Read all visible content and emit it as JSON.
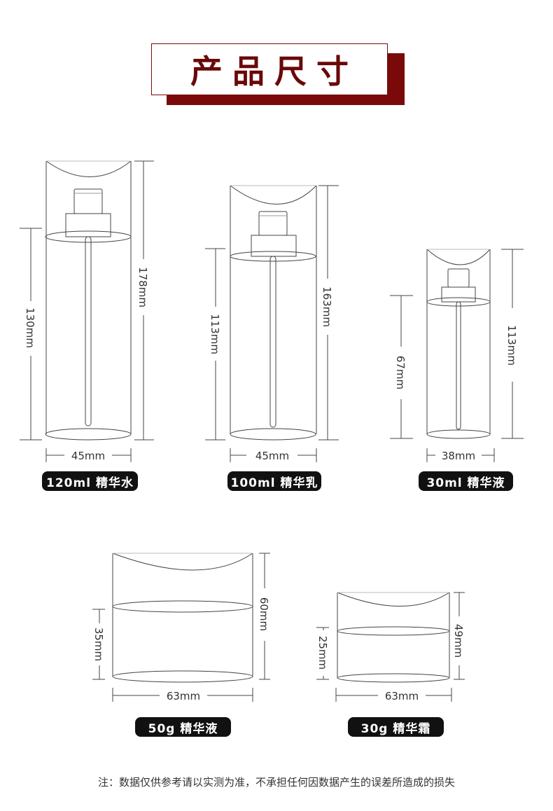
{
  "title": "产品尺寸",
  "products": [
    {
      "name": "120ml 精华水",
      "width": "45mm",
      "height_total": "178mm",
      "height_body": "130mm"
    },
    {
      "name": "100ml 精华乳",
      "width": "45mm",
      "height_total": "163mm",
      "height_body": "113mm"
    },
    {
      "name": "30ml 精华液",
      "width": "38mm",
      "height_total": "113mm",
      "height_body": "67mm"
    },
    {
      "name": "50g 精华液",
      "width": "63mm",
      "height_total": "60mm",
      "height_body": "35mm"
    },
    {
      "name": "30g 精华霜",
      "width": "63mm",
      "height_total": "49mm",
      "height_body": "25mm"
    }
  ],
  "note": "注：数据仅供参考请以实测为准，不承担任何因数据产生的误差所造成的损失",
  "colors": {
    "accent": "#7a0a0a",
    "label_bg": "#111111"
  }
}
